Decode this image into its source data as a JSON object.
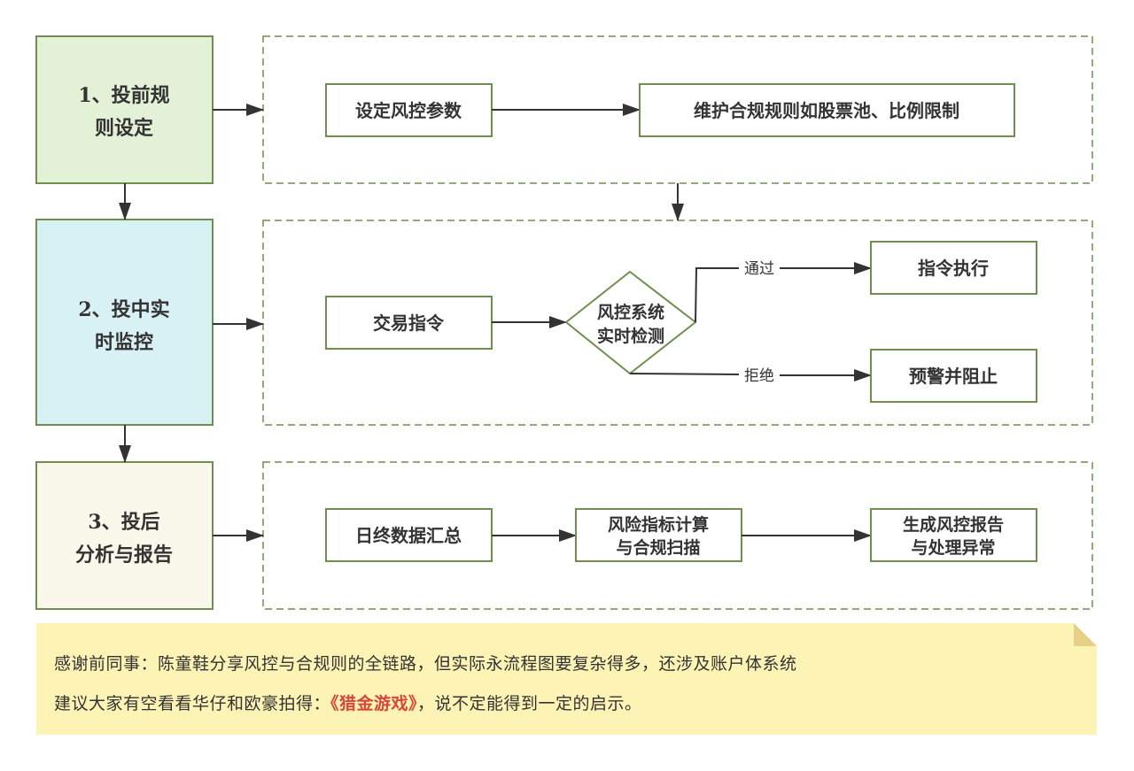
{
  "colors": {
    "stage1_fill": "#e3f2d6",
    "stage2_fill": "#d8f1f4",
    "stage3_fill": "#faf8ea",
    "border": "#6f8f4f",
    "arrow": "#333333",
    "note_bg": "#fdf3b4",
    "highlight": "#d9453b"
  },
  "stages": [
    {
      "id": "stage1",
      "line1": "1、投前规",
      "line2": "则设定"
    },
    {
      "id": "stage2",
      "line1": "2、投中实",
      "line2": "时监控"
    },
    {
      "id": "stage3",
      "line1": "3、投后",
      "line2": "分析与报告"
    }
  ],
  "row1": {
    "set_params": "设定风控参数",
    "maintain_rules": "维护合规规则如股票池、比例限制"
  },
  "row2": {
    "trade_order": "交易指令",
    "decision_line1": "风控系统",
    "decision_line2": "实时检测",
    "pass_label": "通过",
    "reject_label": "拒绝",
    "execute": "指令执行",
    "alert_block": "预警并阻止"
  },
  "row3": {
    "eod_summary": "日终数据汇总",
    "risk_calc_line1": "风险指标计算",
    "risk_calc_line2": "与合规扫描",
    "report_line1": "生成风控报告",
    "report_line2": "与处理异常"
  },
  "note": {
    "line1": "感谢前同事：陈童鞋分享风控与合规则的全链路，但实际永流程图要复杂得多，还涉及账户体系统",
    "line2_prefix": "建议大家有空看看华仔和欧豪拍得：",
    "line2_highlight": "《猎金游戏》",
    "line2_suffix": "，说不定能得到一定的启示。"
  }
}
